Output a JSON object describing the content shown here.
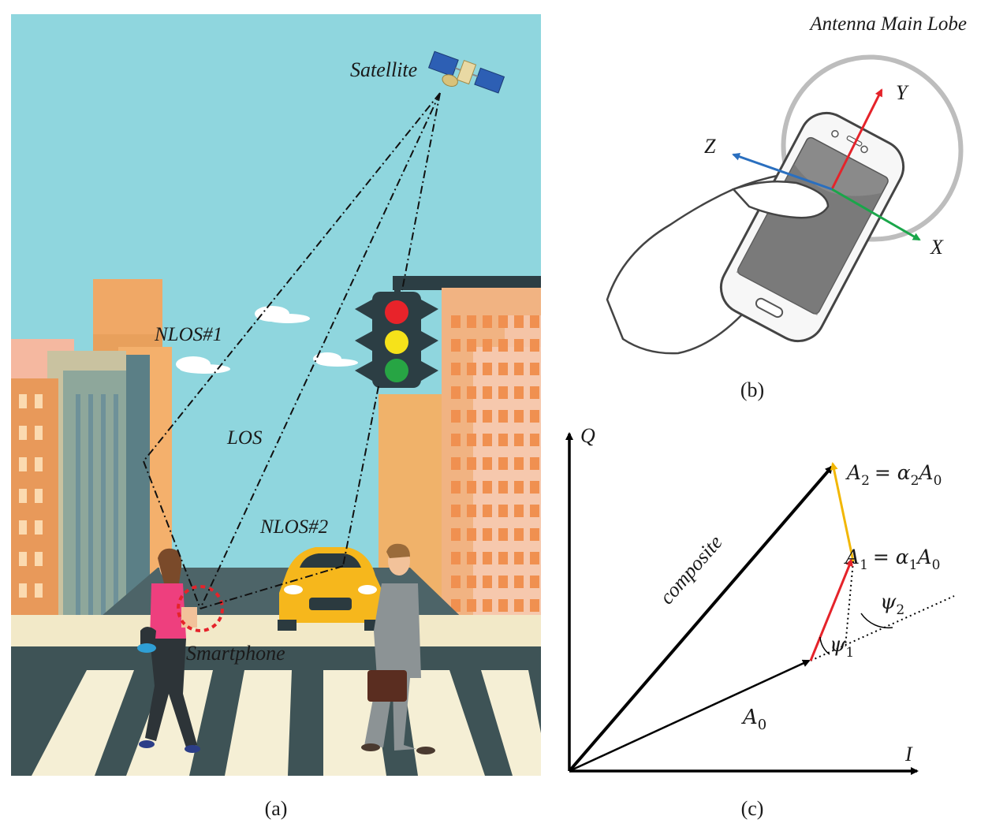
{
  "panel_a": {
    "caption": "(a)",
    "labels": {
      "satellite": "Satellite",
      "nlos1": "NLOS#1",
      "los": "LOS",
      "nlos2": "NLOS#2",
      "smartphone": "Smartphone"
    }
  },
  "panel_b": {
    "caption": "(b)",
    "title": "Antenna Main Lobe",
    "axes": {
      "x": "X",
      "y": "Y",
      "z": "Z"
    },
    "colors": {
      "x": "#1aa64a",
      "y": "#e5232a",
      "z": "#2a6fbf"
    }
  },
  "panel_c": {
    "caption": "(c)",
    "axes": {
      "i": "I",
      "q": "Q"
    },
    "vectors": {
      "a0": "A",
      "a0_sub": "0",
      "composite": "composite",
      "a1_lhs": "A",
      "a1_lhs_sub": "1",
      "a1_rhs": "= α",
      "a1_rhs_sub": "1",
      "a1_tail": "A",
      "a1_tail_sub": "0",
      "a2_lhs": "A",
      "a2_lhs_sub": "2",
      "a2_rhs": "= α",
      "a2_rhs_sub": "2",
      "a2_tail": "A",
      "a2_tail_sub": "0"
    },
    "angles": {
      "psi1": "ψ",
      "psi1_sub": "1",
      "psi2": "ψ",
      "psi2_sub": "2"
    },
    "colors": {
      "a1": "#e5232a",
      "a2": "#f2b705"
    }
  }
}
